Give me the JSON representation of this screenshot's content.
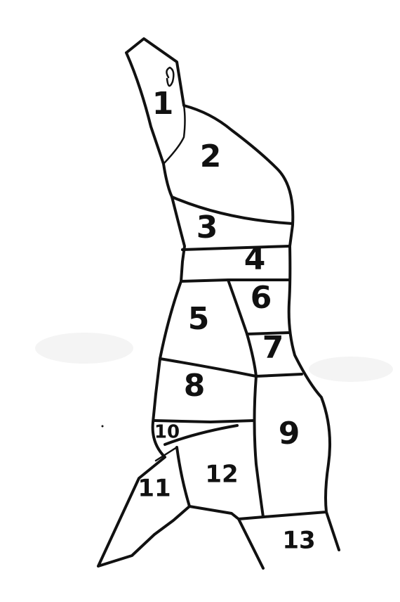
{
  "diagram": {
    "regions": [
      {
        "id": "1",
        "label": "1"
      },
      {
        "id": "2",
        "label": "2"
      },
      {
        "id": "3",
        "label": "3"
      },
      {
        "id": "4",
        "label": "4"
      },
      {
        "id": "5",
        "label": "5"
      },
      {
        "id": "6",
        "label": "6"
      },
      {
        "id": "7",
        "label": "7"
      },
      {
        "id": "8",
        "label": "8"
      },
      {
        "id": "9",
        "label": "9"
      },
      {
        "id": "10",
        "label": "10"
      },
      {
        "id": "11",
        "label": "11"
      },
      {
        "id": "12",
        "label": "12"
      },
      {
        "id": "13",
        "label": "13"
      }
    ],
    "colors": {
      "line": "#111111",
      "background": "#ffffff"
    }
  }
}
